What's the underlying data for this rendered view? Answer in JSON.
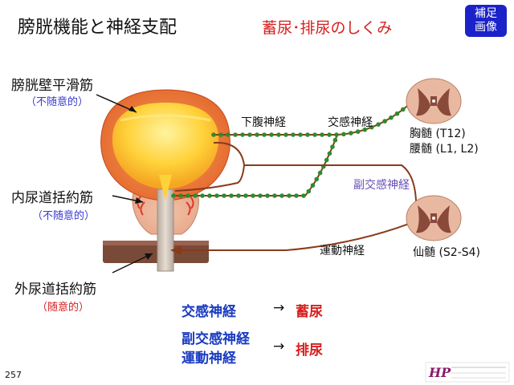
{
  "title": "膀胱機能と神経支配",
  "subtitle": "蓄尿･排尿のしくみ",
  "badge": {
    "line1": "補足",
    "line2": "画像"
  },
  "labels": {
    "bladder_wall": {
      "name": "膀胱壁平滑筋",
      "note": "（不随意的）"
    },
    "internal_sphincter": {
      "name": "内尿道括約筋",
      "note": "（不随意的）"
    },
    "external_sphincter": {
      "name": "外尿道括約筋",
      "note": "（随意的）"
    }
  },
  "nerves": {
    "hypogastric": "下腹神経",
    "sympathetic": "交感神経",
    "parasympathetic": "副交感神経",
    "motor": "運動神経"
  },
  "spinal_cord": {
    "upper_line1": "胸髄 (T12)",
    "upper_line2": "腰髄 (L1, L2)",
    "lower": "仙髄 (S2-S4)"
  },
  "legend": {
    "row1_left": "交感神経",
    "row1_right": "蓄尿",
    "row2_left_line1": "副交感神経",
    "row2_left_line2": "運動神経",
    "row2_right": "排尿",
    "arrow": "→"
  },
  "page_number": "257",
  "colors": {
    "title_red": "#d61f1f",
    "badge_blue": "#1a22c8",
    "legend_blue": "#1a3cc0",
    "sympathetic_dots": "#2e8b2e",
    "nerve_brown": "#8a3a1a",
    "parasympathetic_purple": "#6a50b8"
  }
}
